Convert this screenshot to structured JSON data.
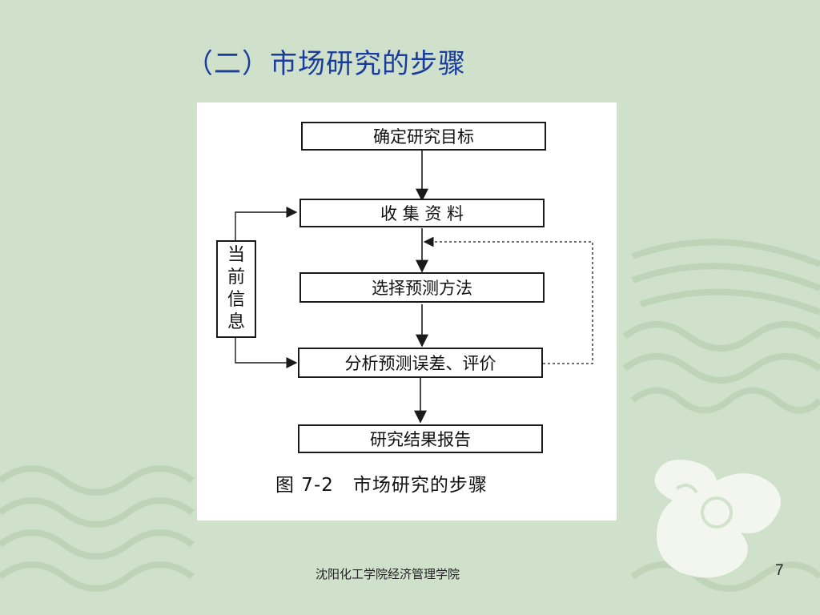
{
  "slide": {
    "title": "（二）市场研究的步骤",
    "footer": "沈阳化工学院经济管理学院",
    "page_number": "7"
  },
  "diagram": {
    "steps": [
      "确定研究目标",
      "收 集 资 料",
      "选择预测方法",
      "分析预测误差、评价",
      "研究结果报告"
    ],
    "side_label": "当前信息",
    "caption": "图 7-2　市场研究的步骤"
  },
  "colors": {
    "background": "#cfe0cb",
    "title": "#1a3c9c"
  }
}
